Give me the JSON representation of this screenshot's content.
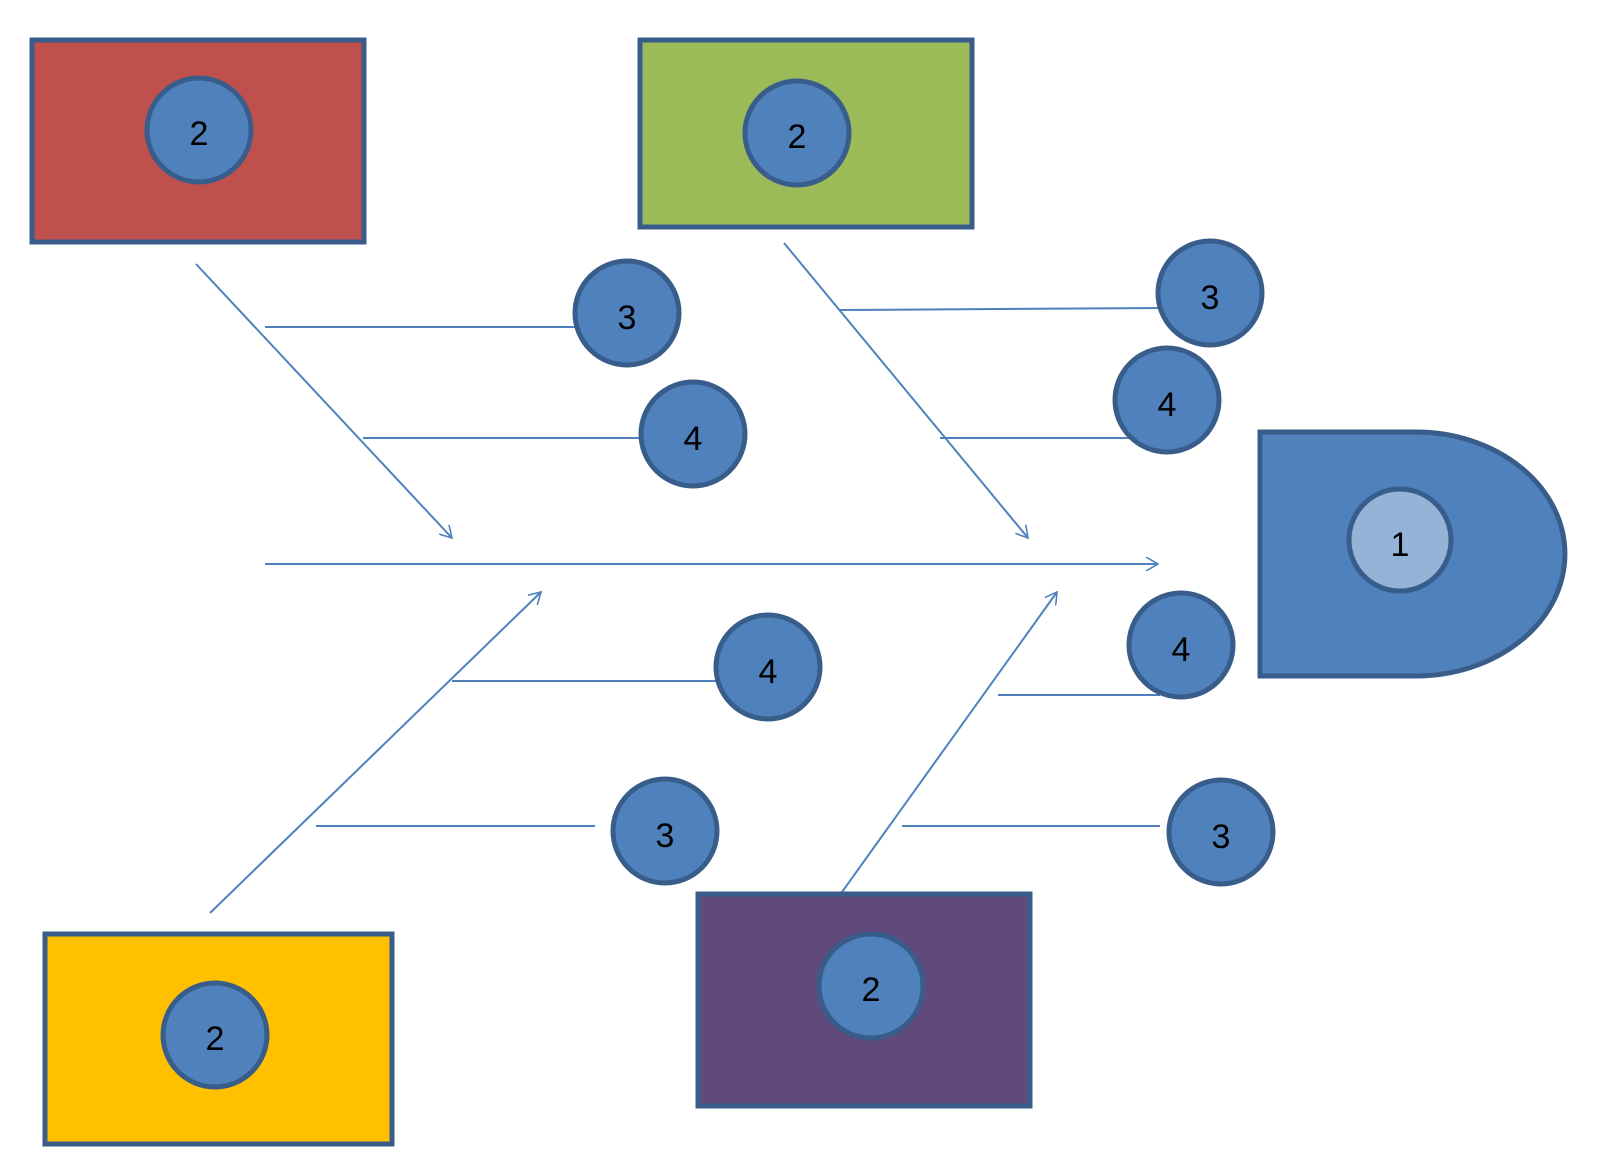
{
  "diagram": {
    "colors": {
      "line": "#4F81BD",
      "badge_fill": "#4F81BD",
      "badge_stroke": "#385D8A",
      "head_fill": "#4F81BD",
      "head_badge_fill": "#95B3D7",
      "box_red": "#C0504D",
      "box_green": "#9BBB59",
      "box_yellow": "#FFC000",
      "box_purple": "#604A7B",
      "background": "#FFFFFF"
    },
    "head": {
      "label": "1"
    },
    "categories": [
      {
        "id": "top-left",
        "color_key": "box_red",
        "label": "2"
      },
      {
        "id": "top-right",
        "color_key": "box_green",
        "label": "2"
      },
      {
        "id": "bottom-left",
        "color_key": "box_yellow",
        "label": "2"
      },
      {
        "id": "bottom-right",
        "color_key": "box_purple",
        "label": "2"
      }
    ],
    "causes": [
      {
        "id": "tl-1",
        "label": "3"
      },
      {
        "id": "tl-2",
        "label": "4"
      },
      {
        "id": "tr-1",
        "label": "3"
      },
      {
        "id": "tr-2",
        "label": "4"
      },
      {
        "id": "bl-1",
        "label": "4"
      },
      {
        "id": "bl-2",
        "label": "3"
      },
      {
        "id": "br-1",
        "label": "4"
      },
      {
        "id": "br-2",
        "label": "3"
      }
    ]
  }
}
